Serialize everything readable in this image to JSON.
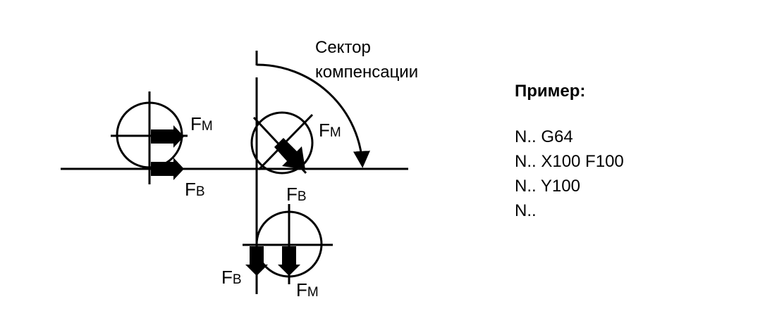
{
  "sector_label": {
    "line1": "Сектор",
    "line2": "компенсации"
  },
  "force_labels": {
    "fm_main": "F",
    "fm_sub": "M",
    "fb_main": "F",
    "fb_sub": "B"
  },
  "example": {
    "title": "Пример:",
    "lines": [
      "N.. G64",
      "N.. X100 F100",
      "N.. Y100",
      "N.."
    ]
  }
}
